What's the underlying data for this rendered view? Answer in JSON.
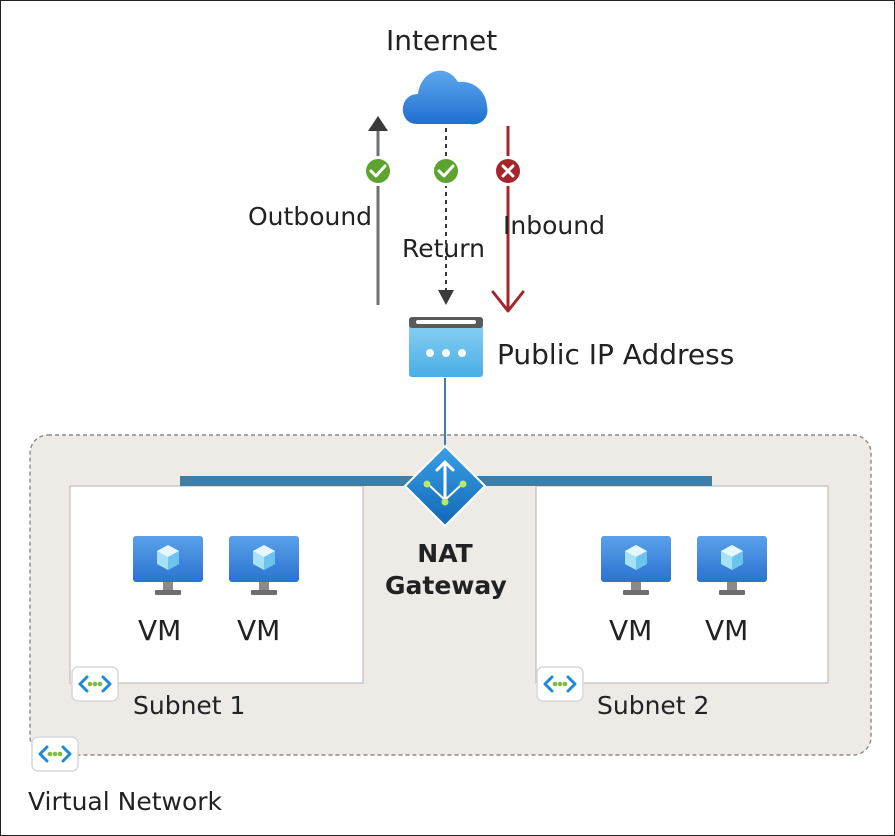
{
  "title": "",
  "labels": {
    "internet": "Internet",
    "outbound": "Outbound",
    "return": "Return",
    "inbound": "Inbound",
    "public_ip": "Public IP Address",
    "nat_line1": "NAT",
    "nat_line2": "Gateway",
    "vm": "VM",
    "subnet1": "Subnet 1",
    "subnet2": "Subnet 2",
    "vnet": "Virtual Network"
  },
  "flows": [
    {
      "name": "Outbound",
      "status": "allowed"
    },
    {
      "name": "Return",
      "status": "allowed"
    },
    {
      "name": "Inbound",
      "status": "blocked"
    }
  ],
  "icons": {
    "internet": "cloud-icon",
    "public_ip": "public-ip-icon",
    "nat": "nat-gateway-icon",
    "vm": "virtual-machine-icon",
    "subnet": "subnet-icon",
    "vnet": "virtual-network-icon",
    "allowed": "check-icon",
    "blocked": "x-icon"
  },
  "colors": {
    "allowed": "#5ea32f",
    "blocked": "#a4262c",
    "nat": "#1b89d6",
    "vm": "#2876d4",
    "cloud": "#2b7bd9",
    "link": "#3f7fa6",
    "vnet_fill": "#eeebe7"
  }
}
